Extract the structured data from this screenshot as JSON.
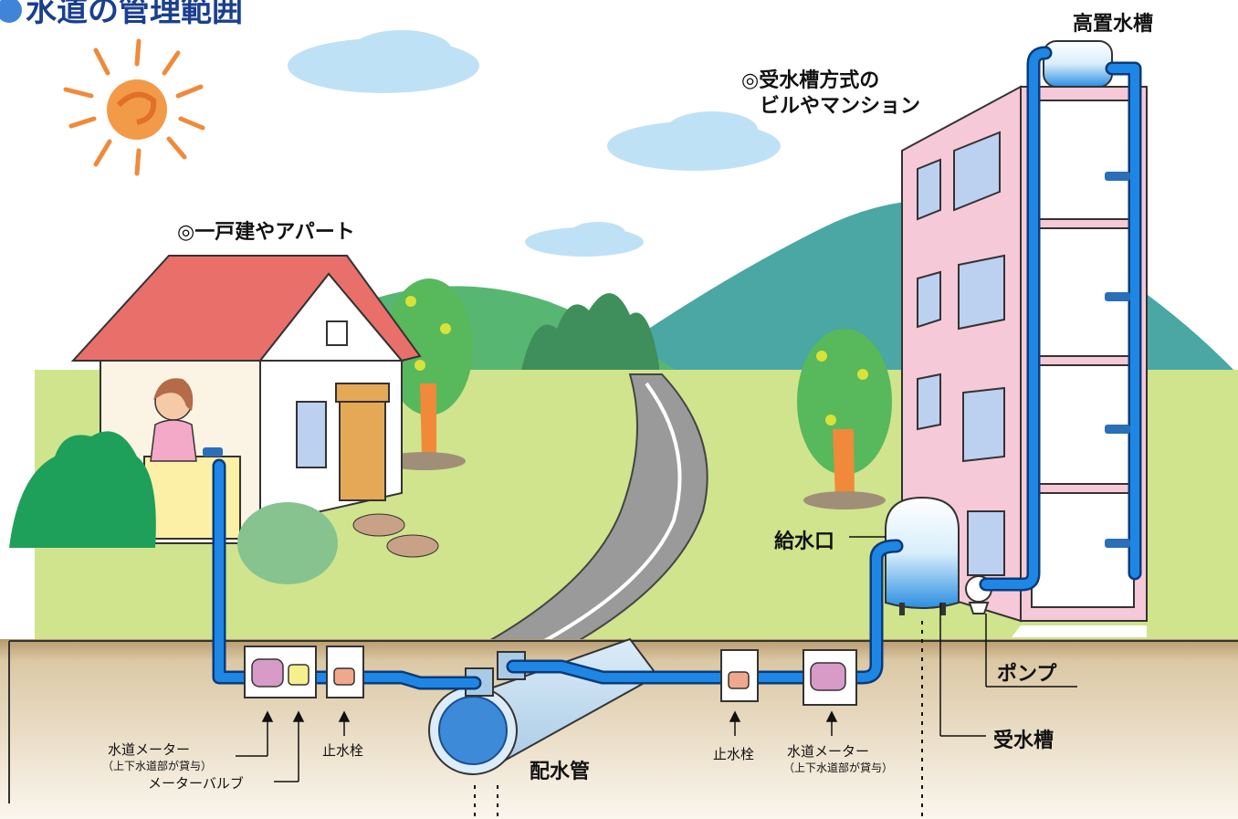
{
  "title": "水道の管理範囲",
  "labels": {
    "high_tank": "高置水槽",
    "building_type_line1": "◎受水槽方式の",
    "building_type_line2": "ビルやマンション",
    "house_type": "◎一戸建やアパート",
    "inlet": "給水口",
    "pump": "ポンプ",
    "receiving_tank": "受水槽",
    "main_pipe": "配水管",
    "meter_left_line1": "水道メーター",
    "meter_left_line2": "（上下水道部が貸与）",
    "meter_valve": "メーターバルブ",
    "stop_valve_left": "止水栓",
    "stop_valve_right": "止水栓",
    "meter_right_line1": "水道メーター",
    "meter_right_line2": "（上下水道部が貸与）"
  },
  "colors": {
    "pipe": "#1e87e5",
    "pipe_outline": "#0d3a78",
    "sky_cloud": "#bfe1f6",
    "grass": "#cfe48c",
    "ground": "#f5e8cf",
    "building": "#f6c9d9",
    "roof": "#e9706a",
    "sun": "#f08a3a",
    "title": "#1a3f8f",
    "section_mark": "#1aa04a"
  }
}
